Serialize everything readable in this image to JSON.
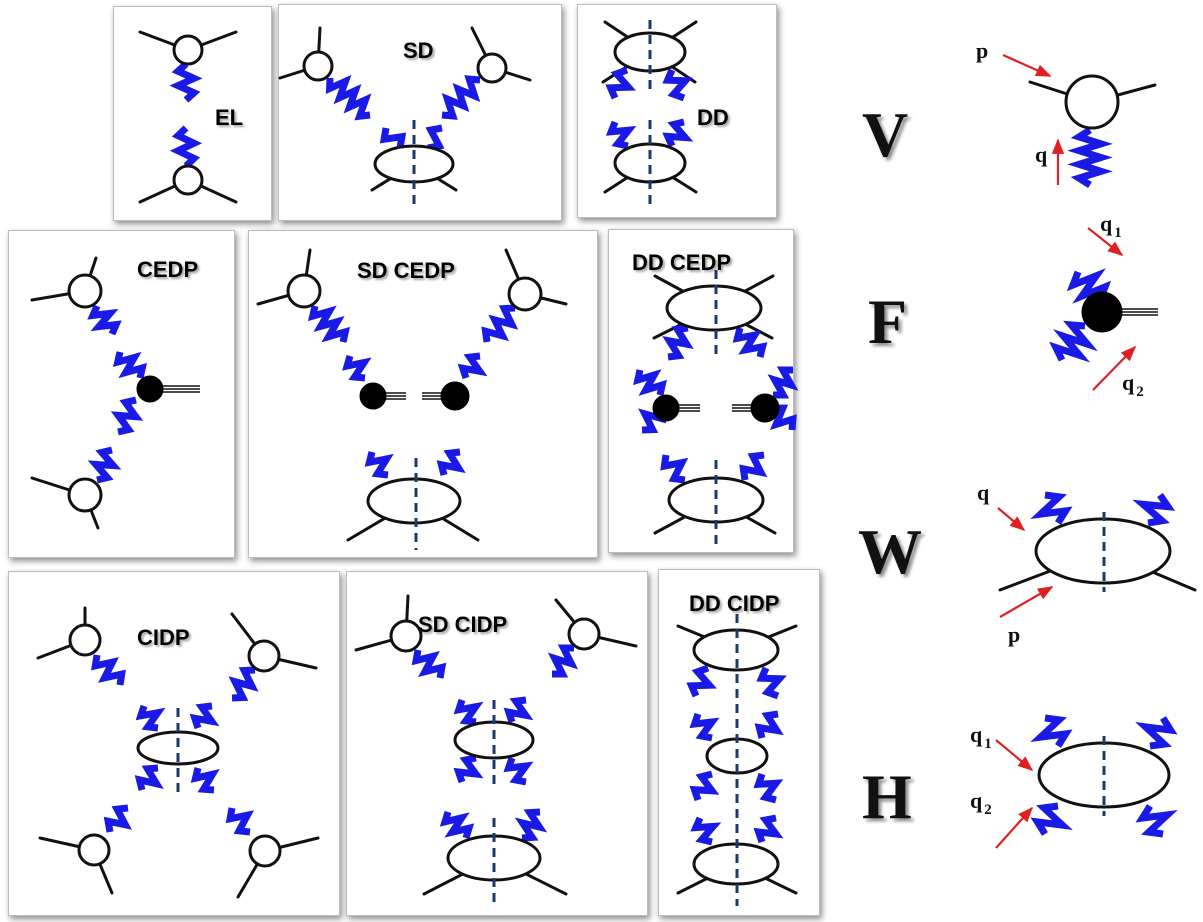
{
  "panels": {
    "el": "EL",
    "sd": "SD",
    "dd": "DD",
    "cedp": "CEDP",
    "sd_cedp": "SD CEDP",
    "dd_cedp": "DD CEDP",
    "cidp": "CIDP",
    "sd_cidp": "SD CIDP",
    "dd_cidp": "DD CIDP"
  },
  "legend": {
    "v": "V",
    "f": "F",
    "w": "W",
    "h": "H"
  },
  "annotations": {
    "p": "p",
    "q": "q",
    "q1_base": "q",
    "q1_sub": "1",
    "q2_base": "q",
    "q2_sub": "2"
  },
  "colors": {
    "pomeron": "#1a1ae6",
    "arrow": "#e02020",
    "cut": "#1a3a6e"
  }
}
